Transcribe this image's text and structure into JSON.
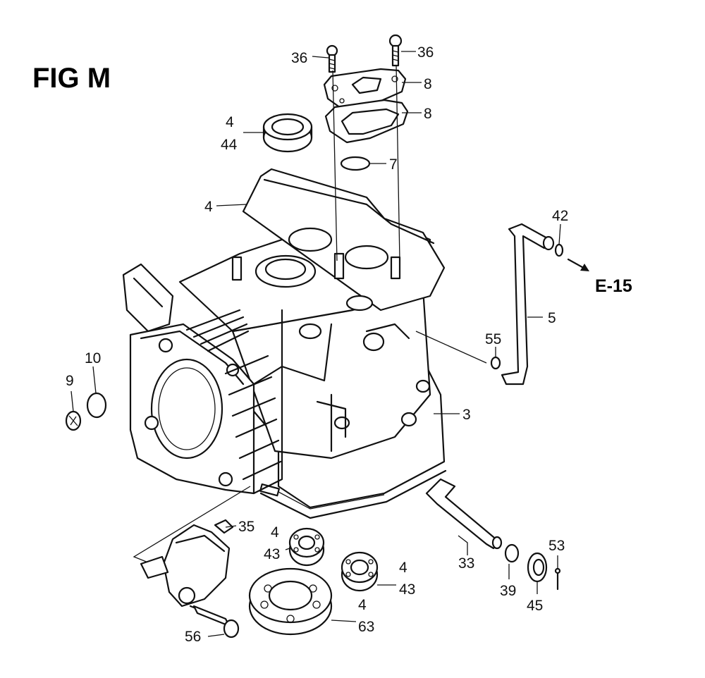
{
  "figure": {
    "title": "FIG M",
    "reference": "E-15"
  },
  "callouts": [
    {
      "id": "c36a",
      "text": "36"
    },
    {
      "id": "c36b",
      "text": "36"
    },
    {
      "id": "c8a",
      "text": "8"
    },
    {
      "id": "c8b",
      "text": "8"
    },
    {
      "id": "c4a",
      "text": "4"
    },
    {
      "id": "c44",
      "text": "44"
    },
    {
      "id": "c7",
      "text": "7"
    },
    {
      "id": "c4b",
      "text": "4"
    },
    {
      "id": "c42",
      "text": "42"
    },
    {
      "id": "c5",
      "text": "5"
    },
    {
      "id": "c55",
      "text": "55"
    },
    {
      "id": "c10",
      "text": "10"
    },
    {
      "id": "c9",
      "text": "9"
    },
    {
      "id": "c3",
      "text": "3"
    },
    {
      "id": "c35",
      "text": "35"
    },
    {
      "id": "c4c",
      "text": "4"
    },
    {
      "id": "c43a",
      "text": "43"
    },
    {
      "id": "c4d",
      "text": "4"
    },
    {
      "id": "c43b",
      "text": "43"
    },
    {
      "id": "c4e",
      "text": "4"
    },
    {
      "id": "c63",
      "text": "63"
    },
    {
      "id": "c33",
      "text": "33"
    },
    {
      "id": "c39",
      "text": "39"
    },
    {
      "id": "c53",
      "text": "53"
    },
    {
      "id": "c45",
      "text": "45"
    },
    {
      "id": "c56",
      "text": "56"
    }
  ]
}
